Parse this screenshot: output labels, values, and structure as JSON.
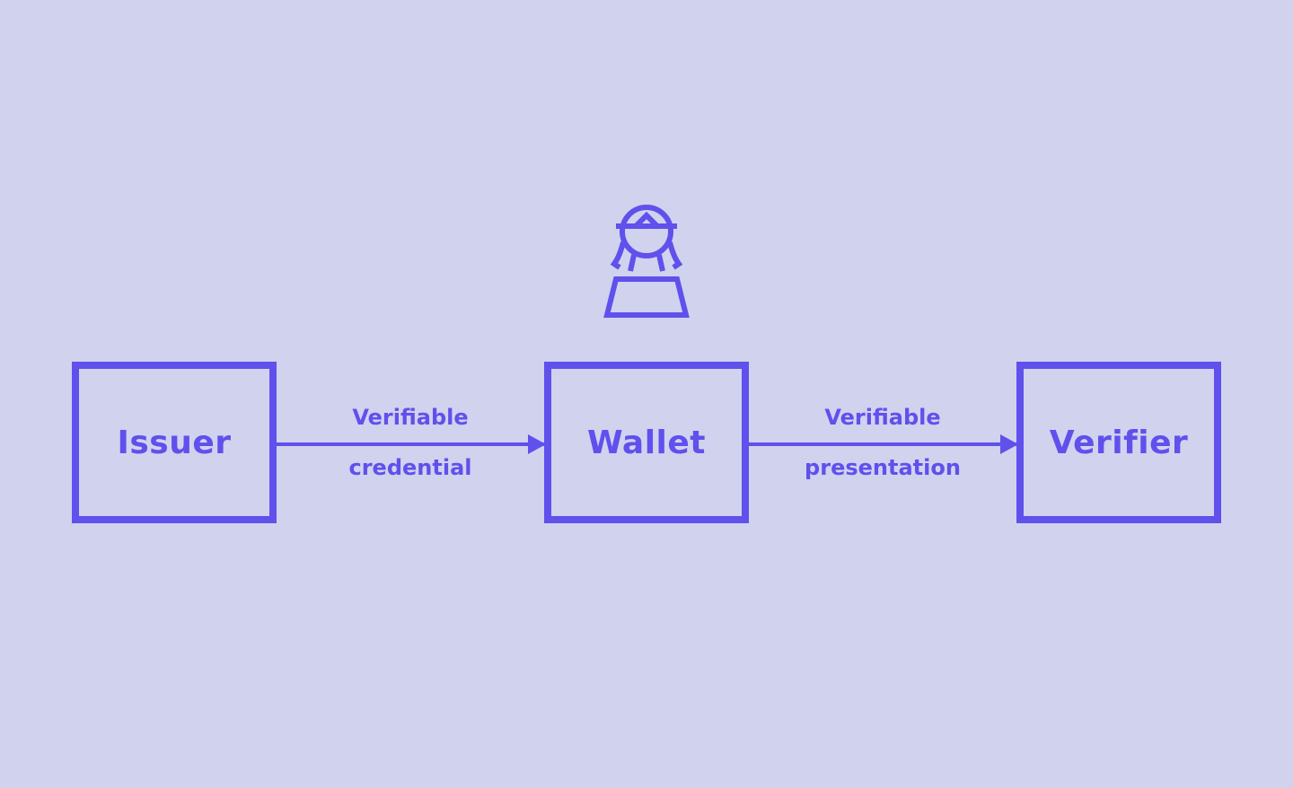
{
  "colors": {
    "background": "#D1D2EE",
    "accent": "#6050EC"
  },
  "nodes": [
    {
      "id": "issuer",
      "label": "Issuer"
    },
    {
      "id": "wallet",
      "label": "Wallet"
    },
    {
      "id": "verifier",
      "label": "Verifier"
    }
  ],
  "edges": [
    {
      "from": "issuer",
      "to": "wallet",
      "label_line1": "Verifiable",
      "label_line2": "credential"
    },
    {
      "from": "wallet",
      "to": "verifier",
      "label_line1": "Verifiable",
      "label_line2": "presentation"
    }
  ],
  "icons": {
    "holder": "person-icon"
  }
}
